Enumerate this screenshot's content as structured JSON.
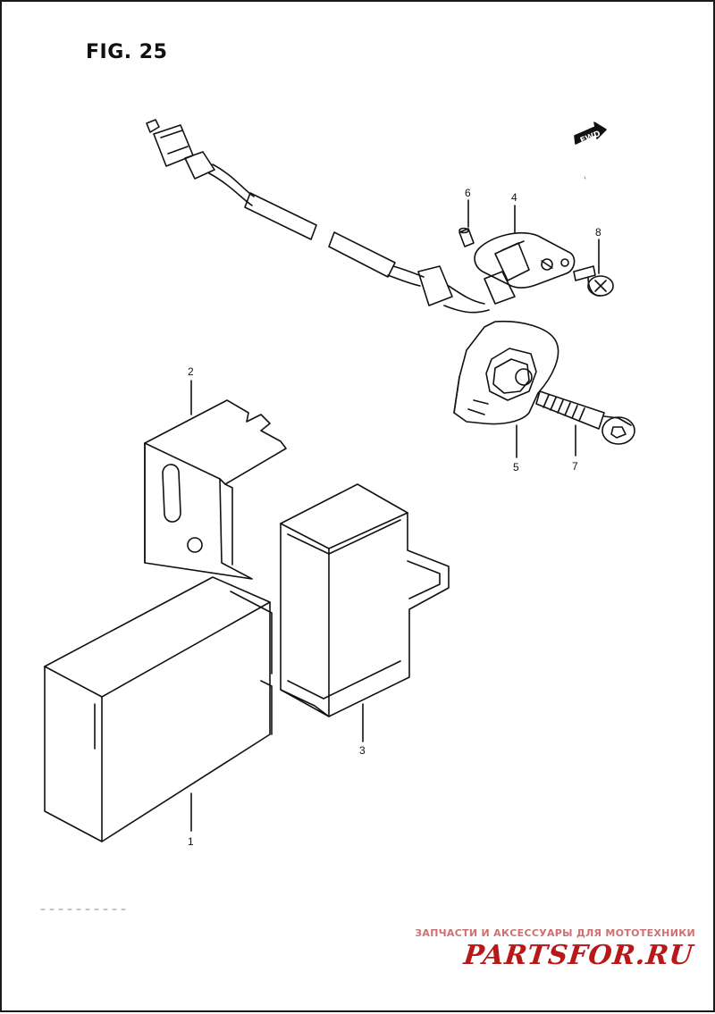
{
  "figure": {
    "title": "FIG. 25",
    "direction_marker": "FWD"
  },
  "callouts": [
    {
      "id": "1",
      "label": "1"
    },
    {
      "id": "2",
      "label": "2"
    },
    {
      "id": "3",
      "label": "3"
    },
    {
      "id": "4",
      "label": "4"
    },
    {
      "id": "5",
      "label": "5"
    },
    {
      "id": "6",
      "label": "6"
    },
    {
      "id": "7",
      "label": "7"
    },
    {
      "id": "8",
      "label": "8"
    }
  ],
  "watermark": {
    "line1": "ЗАПЧАСТИ И АКСЕССУАРЫ ДЛЯ МОТОТЕХНИКИ",
    "logo": "PARTSFOR.RU",
    "color": "#b81818"
  }
}
